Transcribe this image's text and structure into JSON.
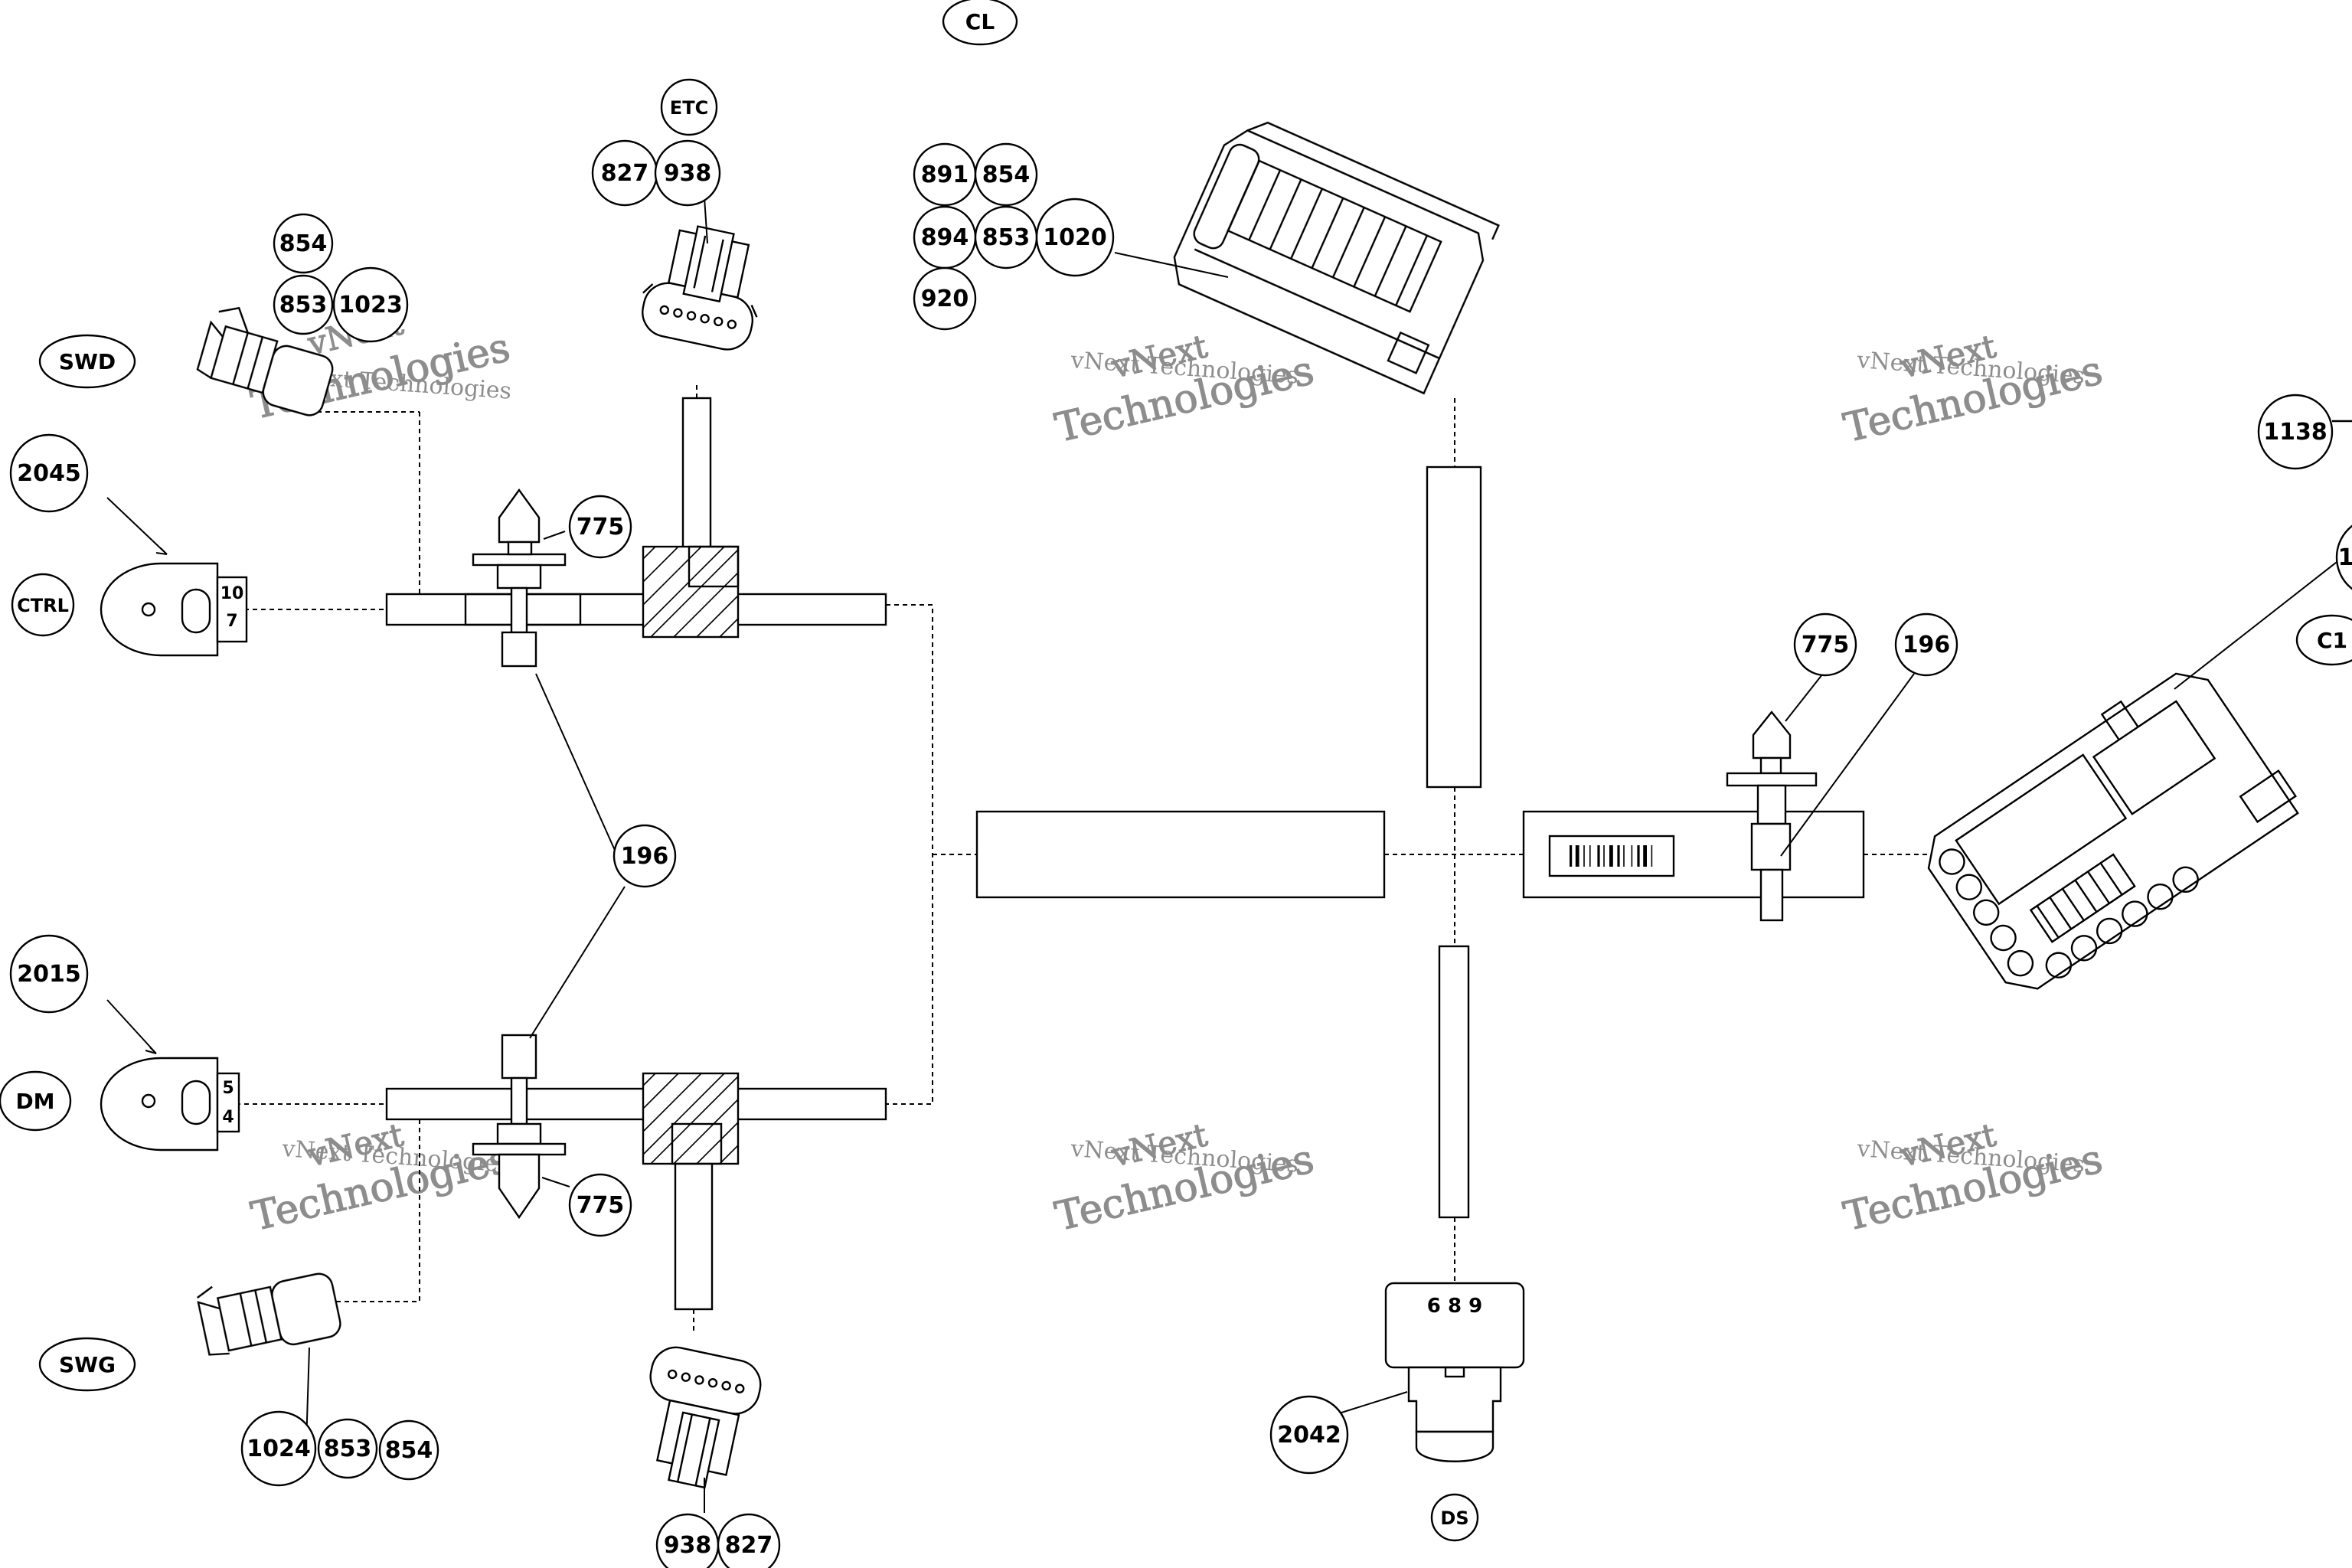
{
  "callouts": {
    "n_827_top": "827",
    "n_938_top": "938",
    "n_854_swd": "854",
    "n_853_swd": "853",
    "n_1023": "1023",
    "n_2045": "2045",
    "n_775_top": "775",
    "n_196": "196",
    "n_2015": "2015",
    "n_775_bot": "775",
    "n_1024": "1024",
    "n_853_swg": "853",
    "n_854_swg": "854",
    "n_938_bot": "938",
    "n_827_bot": "827",
    "n_891": "891",
    "n_854_cl": "854",
    "n_894": "894",
    "n_853_cl": "853",
    "n_1020": "1020",
    "n_920": "920",
    "n_1138": "1138",
    "n_1_right": "1",
    "n_775_right": "775",
    "n_196_right": "196",
    "n_2042": "2042"
  },
  "labels": {
    "cl": "CL",
    "etc": "ETC",
    "swd": "SWD",
    "ctrl": "CTRL",
    "dm": "DM",
    "swg": "SWG",
    "c1": "C1",
    "ds": "DS"
  },
  "pin_text": {
    "ctrl_a": "10",
    "ctrl_b": "7",
    "dm_a": "5",
    "dm_b": "4",
    "ds_pins": "6 8 9"
  },
  "watermarks": {
    "brand": "vNext",
    "company": "Technologies",
    "full": "vNext Technologies"
  }
}
